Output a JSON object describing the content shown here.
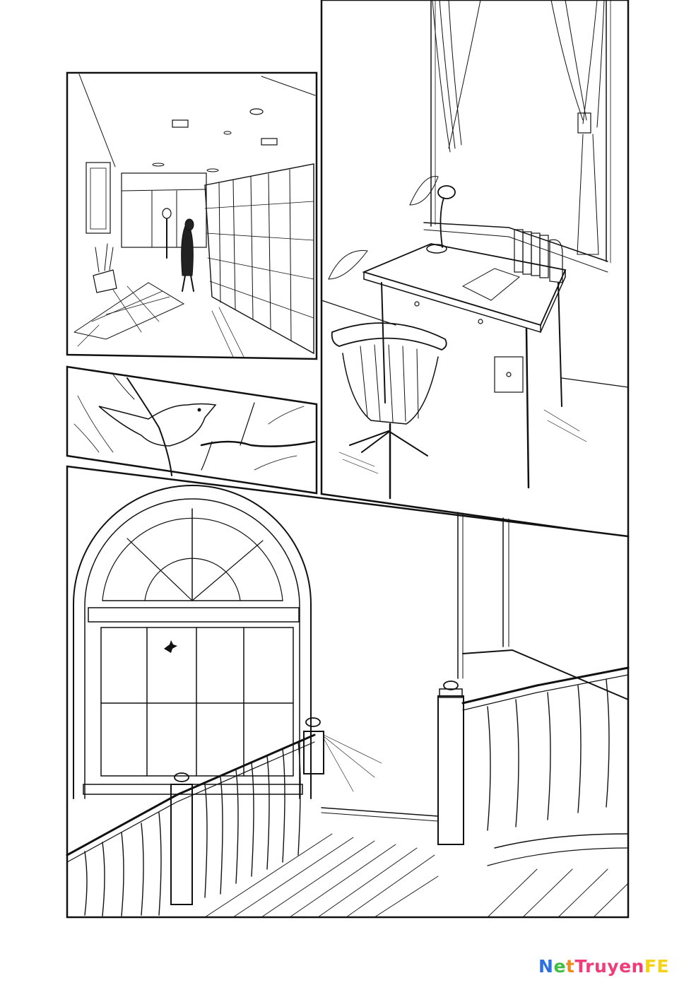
{
  "page": {
    "type": "manga-page",
    "background": "#ffffff",
    "ink": "#111111"
  },
  "panels": [
    {
      "id": "panel-1",
      "scene": "school shoe-locker entrance hall with student at lockers"
    },
    {
      "id": "panel-2",
      "scene": "wooden desk with lamp, books and swivel chair by curtained window"
    },
    {
      "id": "panel-3",
      "scene": "small bird perched on bare branch"
    },
    {
      "id": "panel-4",
      "scene": "arched window over staircase landing with wooden banisters"
    }
  ],
  "watermark": {
    "parts": [
      {
        "text": "N",
        "color": "#2f6fe0"
      },
      {
        "text": "e",
        "color": "#3fbf3f"
      },
      {
        "text": "t",
        "color": "#f08a1e"
      },
      {
        "text": "Truyen",
        "color": "#f03c78"
      },
      {
        "text": "FE",
        "color": "#f5d21a"
      }
    ]
  }
}
